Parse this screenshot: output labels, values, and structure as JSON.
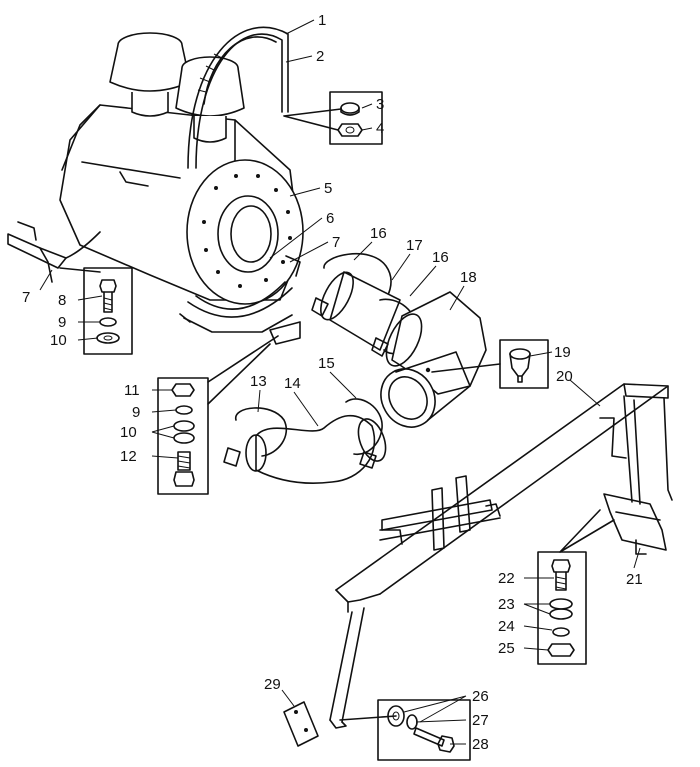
{
  "diagram": {
    "callouts": [
      "1",
      "2",
      "3",
      "4",
      "5",
      "6",
      "7",
      "7",
      "8",
      "9",
      "10",
      "11",
      "9",
      "10",
      "12",
      "13",
      "14",
      "15",
      "16",
      "17",
      "16",
      "18",
      "19",
      "20",
      "21",
      "22",
      "23",
      "24",
      "25",
      "26",
      "27",
      "28",
      "29"
    ]
  }
}
